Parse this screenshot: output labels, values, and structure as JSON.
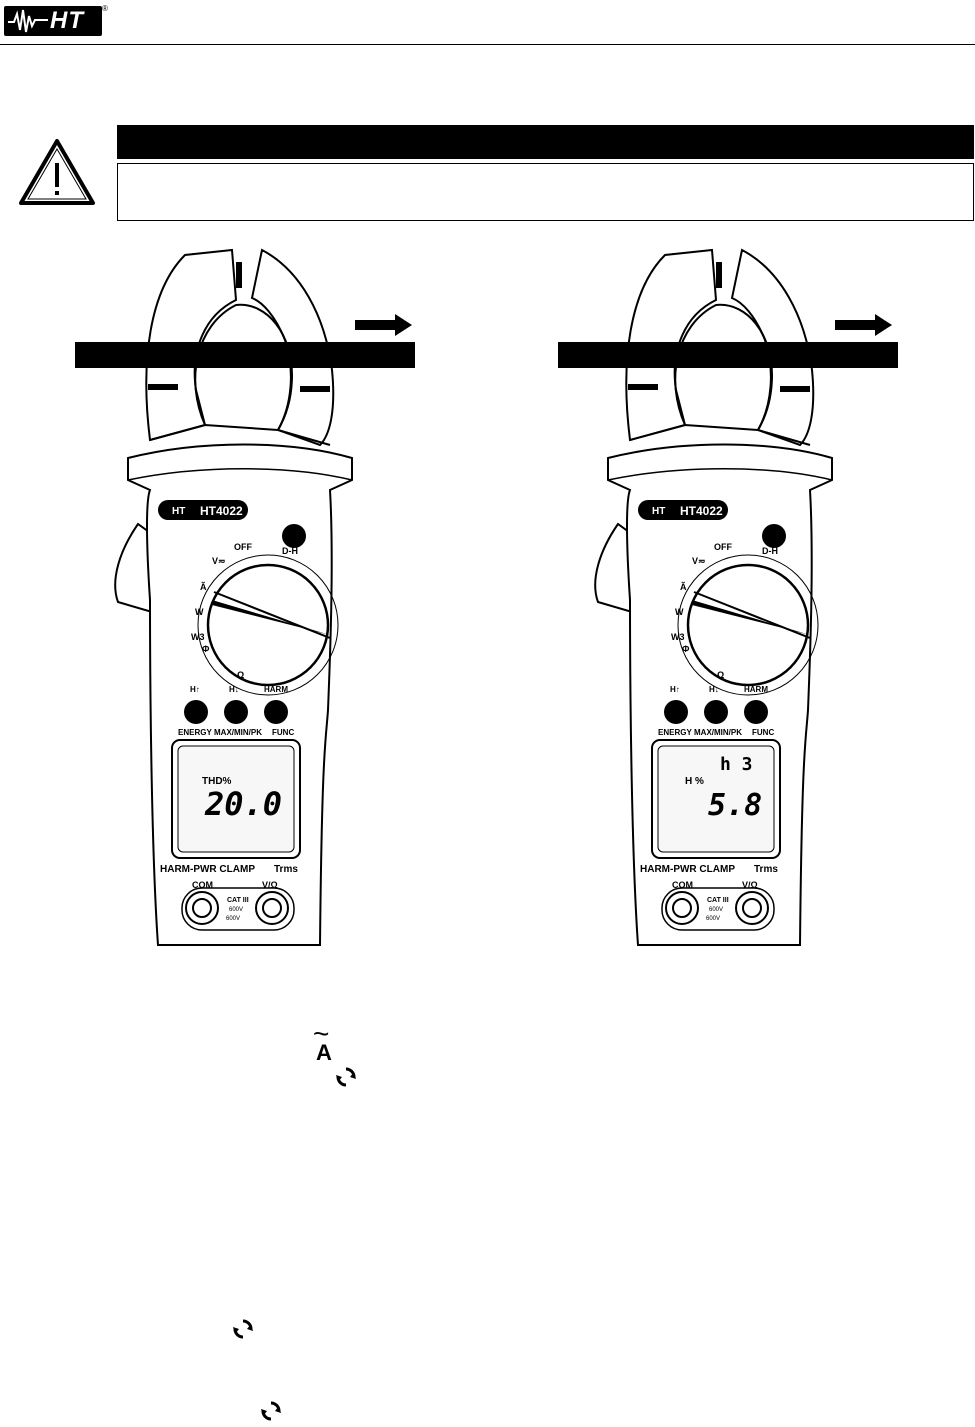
{
  "header": {
    "logo_text": "HT",
    "registered_mark": "®"
  },
  "warning": {
    "title": "",
    "body": ""
  },
  "meter_left": {
    "brand": "HT",
    "model": "HT4022",
    "dial_off": "OFF",
    "dial_v": "V≂",
    "dial_a": "Ã",
    "dial_w": "W",
    "dial_w3": "W3",
    "dial_phi": "Φ",
    "dial_ohm": "Ω",
    "light_button": "D-H",
    "btn1_top": "H↑",
    "btn1_bottom": "ENERGY",
    "btn2_top": "H↓",
    "btn2_bottom": "MAX/MIN/PK",
    "btn3_top": "HARM",
    "btn3_bottom": "FUNC",
    "lcd_label": "THD%",
    "lcd_value": "20.0",
    "lcd_harmonic": "",
    "footer_left": "HARM-PWR CLAMP",
    "footer_right": "Trms",
    "jack_com": "COM",
    "jack_v": "V/Ω",
    "cat": "CAT III",
    "v600a": "600V",
    "v600b": "600V"
  },
  "meter_right": {
    "brand": "HT",
    "model": "HT4022",
    "dial_off": "OFF",
    "dial_v": "V≂",
    "dial_a": "Ã",
    "dial_w": "W",
    "dial_w3": "W3",
    "dial_phi": "Φ",
    "dial_ohm": "Ω",
    "light_button": "D-H",
    "btn1_top": "H↑",
    "btn1_bottom": "ENERGY",
    "btn2_top": "H↓",
    "btn2_bottom": "MAX/MIN/PK",
    "btn3_top": "HARM",
    "btn3_bottom": "FUNC",
    "lcd_label": "H %",
    "lcd_value": "5.8",
    "lcd_harmonic": "h 3",
    "footer_left": "HARM-PWR CLAMP",
    "footer_right": "Trms",
    "jack_com": "COM",
    "jack_v": "V/Ω",
    "cat": "CAT III",
    "v600a": "600V",
    "v600b": "600V"
  },
  "instructions": {
    "tilde": "~",
    "a_symbol": "A"
  }
}
